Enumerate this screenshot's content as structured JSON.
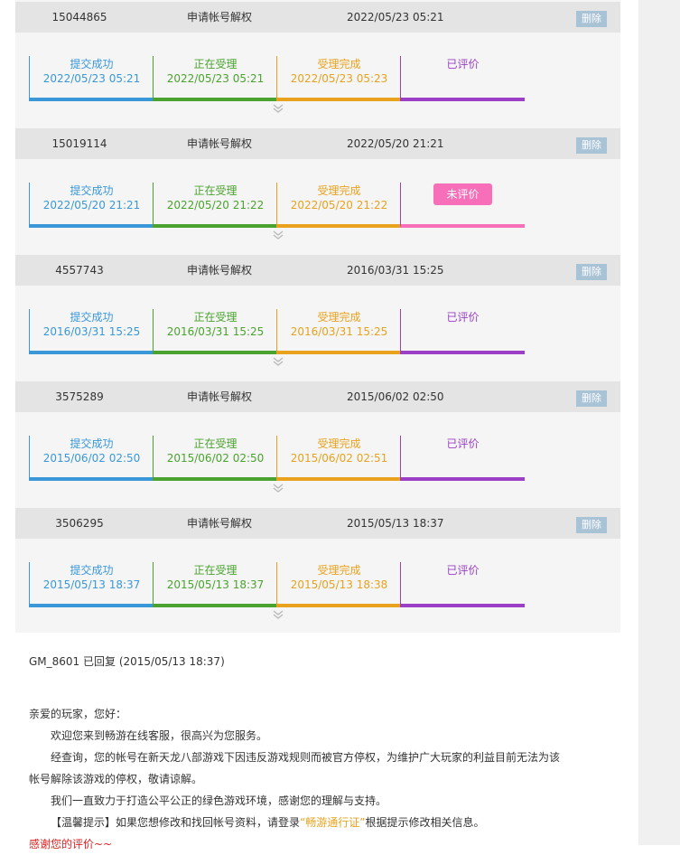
{
  "tickets": [
    {
      "id": "15044865",
      "type": "申请帐号解权",
      "time": "2022/05/23 05:21",
      "delete_label": "删除",
      "steps": [
        {
          "label": "提交成功",
          "time": "2022/05/23 05:21"
        },
        {
          "label": "正在受理",
          "time": "2022/05/23 05:21"
        },
        {
          "label": "受理完成",
          "time": "2022/05/23 05:23"
        },
        {
          "label": "已评价"
        }
      ]
    },
    {
      "id": "15019114",
      "type": "申请帐号解权",
      "time": "2022/05/20 21:21",
      "delete_label": "删除",
      "steps": [
        {
          "label": "提交成功",
          "time": "2022/05/20 21:21"
        },
        {
          "label": "正在受理",
          "time": "2022/05/20 21:22"
        },
        {
          "label": "受理完成",
          "time": "2022/05/20 21:22"
        },
        {
          "label": "未评价"
        }
      ]
    },
    {
      "id": "4557743",
      "type": "申请帐号解权",
      "time": "2016/03/31 15:25",
      "delete_label": "删除",
      "steps": [
        {
          "label": "提交成功",
          "time": "2016/03/31 15:25"
        },
        {
          "label": "正在受理",
          "time": "2016/03/31 15:25"
        },
        {
          "label": "受理完成",
          "time": "2016/03/31 15:25"
        },
        {
          "label": "已评价"
        }
      ]
    },
    {
      "id": "3575289",
      "type": "申请帐号解权",
      "time": "2015/06/02 02:50",
      "delete_label": "删除",
      "steps": [
        {
          "label": "提交成功",
          "time": "2015/06/02 02:50"
        },
        {
          "label": "正在受理",
          "time": "2015/06/02 02:50"
        },
        {
          "label": "受理完成",
          "time": "2015/06/02 02:51"
        },
        {
          "label": "已评价"
        }
      ]
    },
    {
      "id": "3506295",
      "type": "申请帐号解权",
      "time": "2015/05/13 18:37",
      "delete_label": "删除",
      "steps": [
        {
          "label": "提交成功",
          "time": "2015/05/13 18:37"
        },
        {
          "label": "正在受理",
          "time": "2015/05/13 18:37"
        },
        {
          "label": "受理完成",
          "time": "2015/05/13 18:38"
        },
        {
          "label": "已评价"
        }
      ]
    }
  ],
  "reply": {
    "header": "GM_8601 已回复 (2015/05/13 18:37)",
    "greeting": "亲爱的玩家，您好：",
    "line1": "欢迎您来到畅游在线客服，很高兴为您服务。",
    "line2a": "经查询，您的帐号在新天龙八部游戏下因违反游戏规则而被官方停权，为维护广大玩家的利益目前无法为该",
    "line2b": "帐号解除该游戏的停权，敬请谅解。",
    "line3": "我们一直致力于打造公平公正的绿色游戏环境，感谢您的理解与支持。",
    "tip_prefix": "【温馨提示】如果您想修改和找回帐号资料，请登录",
    "tip_link": "“畅游通行证”",
    "tip_suffix": "根据提示修改相关信息。",
    "rate_prompt": "感谢您的评价~~"
  },
  "colors": {
    "submitted": "#3a98d8",
    "processing": "#4aa32e",
    "completed": "#e8a21d",
    "rated": "#9b3fc6",
    "unrated": "#f76fb8",
    "delete_button": "#a8c2d6"
  }
}
